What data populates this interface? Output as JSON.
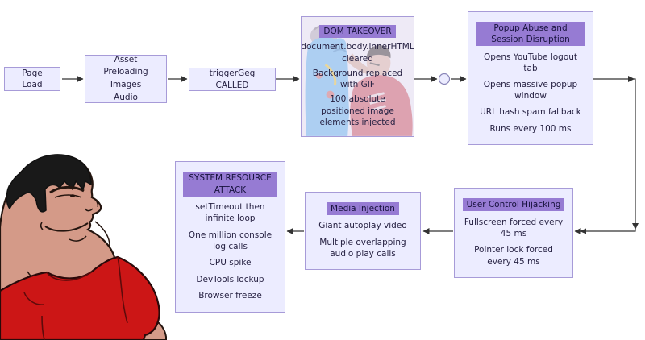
{
  "diagram": {
    "type": "flowchart",
    "colors": {
      "node_fill": "#ECECFF",
      "node_border": "#a79bd8",
      "title_highlight": "#967BD3",
      "arrow": "#333333",
      "meme_shirt_red": "#cc1616",
      "meme_skin": "#d49a88",
      "meme_hair": "#191919"
    },
    "nodes": {
      "page_load": {
        "label": "Page Load"
      },
      "asset_preloading": {
        "lines": [
          "Asset Preloading",
          "Images",
          "Audio"
        ]
      },
      "trigger": {
        "label": "triggerGeg CALLED"
      },
      "dom_takeover": {
        "title": "DOM TAKEOVER",
        "lines": [
          "document.body.innerHTML cleared",
          "Background replaced with GIF",
          "100 absolute positioned image elements injected"
        ]
      },
      "popup_abuse": {
        "title": "Popup Abuse and Session Disruption",
        "lines": [
          "Opens YouTube logout tab",
          "Opens massive popup window",
          "URL hash spam fallback",
          "Runs every 100 ms"
        ]
      },
      "user_control": {
        "title": "User Control Hijacking",
        "lines": [
          "Fullscreen forced every 45 ms",
          "Pointer lock forced every 45 ms"
        ]
      },
      "media_injection": {
        "title": "Media Injection",
        "lines": [
          "Giant autoplay video",
          "Multiple overlapping audio play calls"
        ]
      },
      "system_resource": {
        "title": "SYSTEM RESOURCE ATTACK",
        "lines": [
          "setTimeout then infinite loop",
          "One million console log calls",
          "CPU spike",
          "DevTools lockup",
          "Browser freeze"
        ]
      }
    },
    "illustrations": {
      "dom_photo": "faded photo of man in red shirt grabbing person in blue",
      "meme_character": "smug muscular cartoon man with black hair in red t-shirt"
    }
  }
}
